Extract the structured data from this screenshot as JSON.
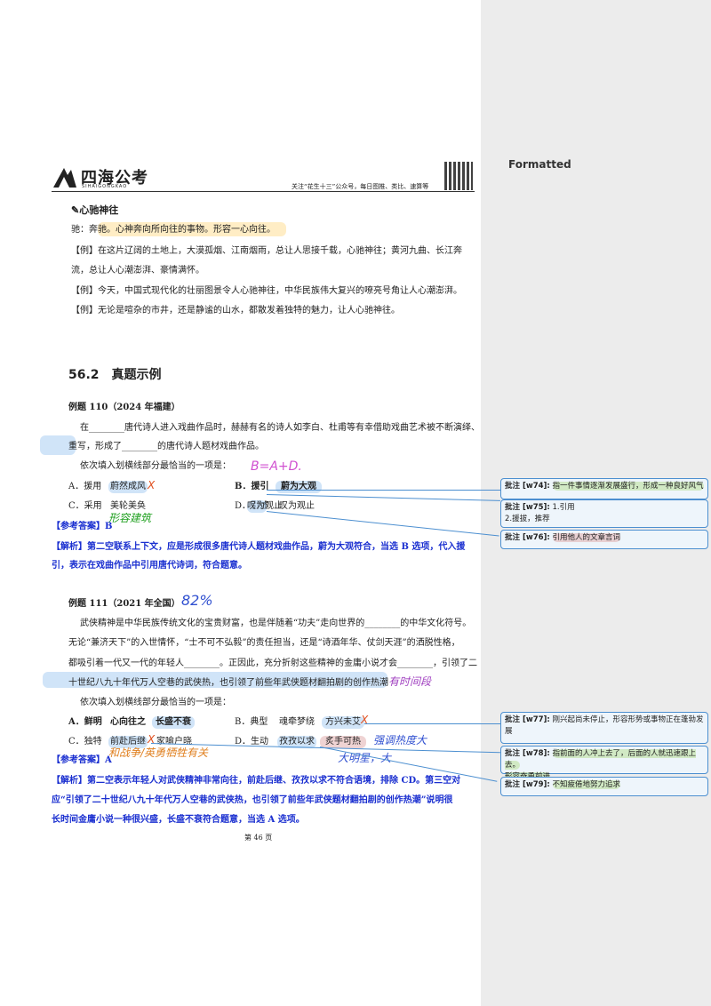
{
  "header": {
    "logo_text": "四海公考",
    "logo_sub": "SIHAIGONGKAO",
    "tagline": "关注“花生十三”公众号，每日图推、类比、速算等"
  },
  "idiom": {
    "title": "✎心驰神往",
    "definition": "驰：奔驰。心神奔向所向往的事物。形容一心向往。",
    "ex1_line1": "【例】在这片辽阔的土地上，大漠孤烟、江南烟雨，总让人思接千载，心驰神往；黄河九曲、长江奔",
    "ex1_line2": "流，总让人心潮澎湃、豪情满怀。",
    "ex2": "【例】今天，中国式现代化的壮丽图景令人心驰神往，中华民族伟大复兴的嘹亮号角让人心潮澎湃。",
    "ex3": "【例】无论是喧杂的市井，还是静谧的山水，都散发着独特的魅力，让人心驰神往。"
  },
  "section": {
    "title": "56.2　真题示例"
  },
  "q110": {
    "heading": "例题 110（2024 年福建）",
    "stem_line1": "在________唐代诗人进入戏曲作品时，赫赫有名的诗人如李白、杜甫等有幸借助戏曲艺术被不断演绎、",
    "stem_line2": "重写，形成了________的唐代诗人题材戏曲作品。",
    "prompt": "依次填入划横线部分最恰当的一项是：",
    "optA_label": "A．援用",
    "optA_val": "蔚然成风",
    "optB_label": "B．援引",
    "optB_val": "蔚为大观",
    "optC_label": "C．采用",
    "optC_val": "美轮美奂",
    "optD_label": "D．引述",
    "optD_val": "叹为观止",
    "answer": "【参考答案】B",
    "analysis_line1": "【解析】第二空联系上下文，应是形成很多唐代诗人题材戏曲作品，蔚为大观符合，当选 B 选项，代入援",
    "analysis_line2": "引，表示在戏曲作品中引用唐代诗词，符合题意。",
    "hand_note1": "B=A+D.",
    "hand_note2": "形容建筑",
    "hand_x": "X"
  },
  "q111": {
    "heading": "例题 111（2021 年全国）",
    "hand_percent": "82%",
    "stem_line1": "武侠精神是中华民族传统文化的宝贵财富，也是伴随着“功夫”走向世界的________的中华文化符号。",
    "stem_line2": "无论“兼济天下”的入世情怀，“士不可不弘毅”的责任担当，还是“诗酒年华、仗剑天涯”的洒脱性格，",
    "stem_line3": "都吸引着一代又一代的年轻人________。正因此，充分折射这些精神的金庸小说才会________，引领了二",
    "stem_line4": "十世纪八九十年代万人空巷的武侠热，也引领了前些年武侠题材翻拍剧的创作热潮",
    "hand_note_time": "有时间段",
    "prompt": "依次填入划横线部分最恰当的一项是：",
    "optA_label": "A．鲜明",
    "optA_val1": "心向往之",
    "optA_val2": "长盛不衰",
    "optB_label": "B．典型",
    "optB_val1": "魂牵梦绕",
    "optB_val2": "方兴未艾",
    "optC_label": "C．独特",
    "optC_val1": "前赴后继",
    "optC_val2": "家喻户晓",
    "optD_label": "D．生动",
    "optD_val1": "孜孜以求",
    "optD_val2": "炙手可热",
    "hand_note_c": "和战争/英勇牺牲有关",
    "hand_note_d1": "强调热度大",
    "hand_note_d2": "大明星，大",
    "answer": "【参考答案】A",
    "analysis_line1": "【解析】第二空表示年轻人对武侠精神非常向往，前赴后继、孜孜以求不符合语境，排除 CD。第三空对",
    "analysis_line2": "应“引领了二十世纪八九十年代万人空巷的武侠热，也引领了前些年武侠题材翻拍剧的创作热潮”说明很",
    "analysis_line3": "长时间金庸小说一种很兴盛，长盛不衰符合题意，当选 A 选项。"
  },
  "footer": {
    "page": "第 46 页"
  },
  "sidebar": {
    "label": "Formatted"
  },
  "comments": [
    {
      "tag": "批注 [w74]:",
      "text": "指一件事情逐渐发展盛行，形成一种良好风气"
    },
    {
      "tag": "批注 [w75]:",
      "text": "1.引用",
      "text2": "2.援拔，推荐"
    },
    {
      "tag": "批注 [w76]:",
      "text": "引用他人的文章言词"
    },
    {
      "tag": "批注 [w77]:",
      "text": "刚兴起尚未停止，形容形势或事物正在蓬勃发",
      "text2": "展"
    },
    {
      "tag": "批注 [w78]:",
      "text": "指前面的人冲上去了，后面的人就迅速跟上去。",
      "text2": "形容奋勇前进"
    },
    {
      "tag": "批注 [w79]:",
      "text": "不知疲倦地努力追求"
    }
  ]
}
